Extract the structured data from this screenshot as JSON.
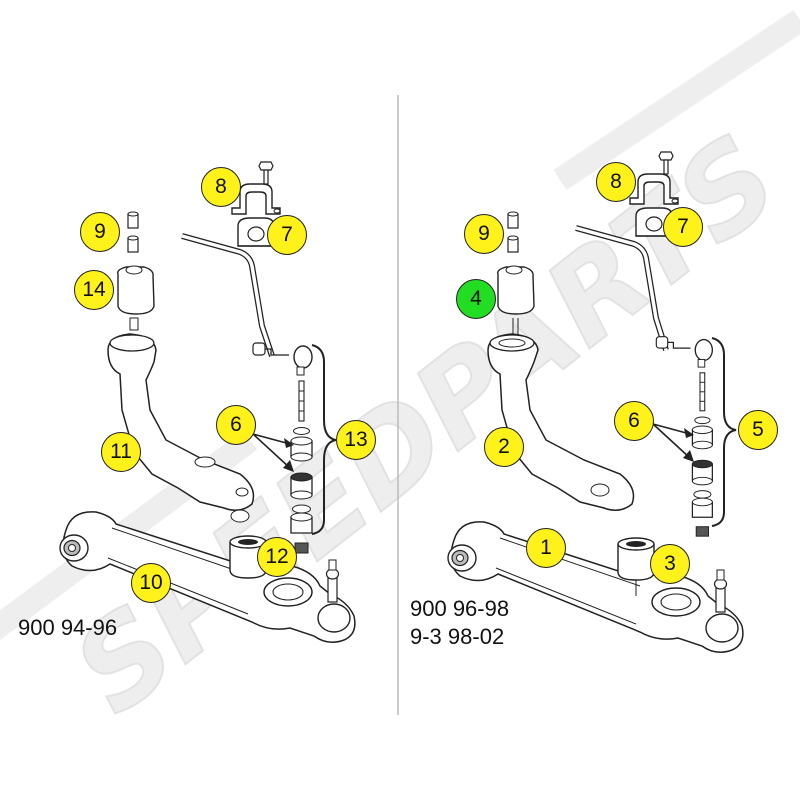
{
  "colors": {
    "badge_fill": "#FFF21A",
    "badge_highlight": "#22DD22",
    "outline": "#222222",
    "watermark": "#E9E9E9",
    "divider": "#BBBBBB"
  },
  "watermark": {
    "text": "SPEEDPARTS"
  },
  "panels": {
    "left": {
      "caption": [
        "900 94-96"
      ],
      "badges": [
        {
          "number": "9",
          "highlight": false
        },
        {
          "number": "14",
          "highlight": false
        },
        {
          "number": "8",
          "highlight": false
        },
        {
          "number": "7",
          "highlight": false
        },
        {
          "number": "11",
          "highlight": false
        },
        {
          "number": "6",
          "highlight": false
        },
        {
          "number": "13",
          "highlight": false
        },
        {
          "number": "12",
          "highlight": false
        },
        {
          "number": "10",
          "highlight": false
        }
      ]
    },
    "right": {
      "caption": [
        "900 96-98",
        "9-3  98-02"
      ],
      "badges": [
        {
          "number": "9",
          "highlight": false
        },
        {
          "number": "4",
          "highlight": true
        },
        {
          "number": "8",
          "highlight": false
        },
        {
          "number": "7",
          "highlight": false
        },
        {
          "number": "2",
          "highlight": false
        },
        {
          "number": "6",
          "highlight": false
        },
        {
          "number": "5",
          "highlight": false
        },
        {
          "number": "1",
          "highlight": false
        },
        {
          "number": "3",
          "highlight": false
        }
      ]
    }
  }
}
